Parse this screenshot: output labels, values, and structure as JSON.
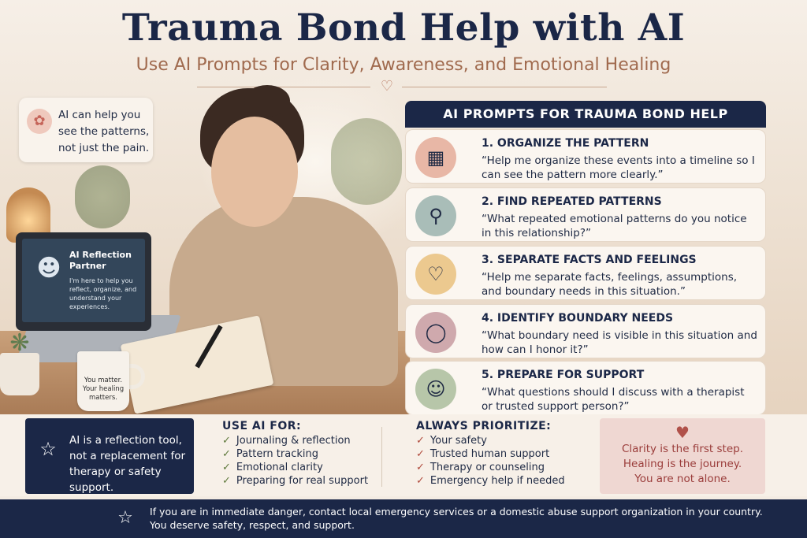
{
  "header": {
    "title": "Trauma Bond Help with AI",
    "subtitle": "Use AI Prompts for Clarity, Awareness, and Emotional Healing"
  },
  "callout": {
    "text": "AI can help you see the patterns, not just the pain.",
    "icon": "brain-icon"
  },
  "laptop": {
    "title": "AI Reflection Partner",
    "text": "I'm here to help you reflect, organize, and understand your experiences."
  },
  "mug": {
    "text": "You matter. Your healing matters."
  },
  "prompts_panel": {
    "heading": "AI PROMPTS FOR TRAUMA BOND HELP",
    "items": [
      {
        "title": "1. ORGANIZE THE PATTERN",
        "text": "“Help me organize these events into a timeline so I can see the pattern more clearly.”",
        "icon": "calendar-icon",
        "color": "#e8b7a6"
      },
      {
        "title": "2. FIND REPEATED PATTERNS",
        "text": "“What repeated emotional patterns do you notice in this relationship?”",
        "icon": "magnifier-icon",
        "color": "#a9bdb8"
      },
      {
        "title": "3. SEPARATE FACTS AND FEELINGS",
        "text": "“Help me separate facts, feelings, assumptions, and boundary needs in this situation.”",
        "icon": "heart-icon",
        "color": "#ecc98f"
      },
      {
        "title": "4. IDENTIFY BOUNDARY NEEDS",
        "text": "“What boundary need is visible in this situation and how can I honor it?”",
        "icon": "shield-icon",
        "color": "#cfa9ad"
      },
      {
        "title": "5. PREPARE FOR SUPPORT",
        "text": "“What questions should I discuss with a therapist or trusted support person?”",
        "icon": "people-icon",
        "color": "#b7c6a9"
      }
    ]
  },
  "reflection_box": {
    "text": "AI is a reflection tool, not a replacement for therapy or safety support."
  },
  "use_ai": {
    "heading": "USE AI FOR:",
    "items": [
      "Journaling & reflection",
      "Pattern tracking",
      "Emotional clarity",
      "Preparing for real support"
    ]
  },
  "prioritize": {
    "heading": "ALWAYS PRIORITIZE:",
    "items": [
      "Your safety",
      "Trusted human support",
      "Therapy or counseling",
      "Emergency help if needed"
    ]
  },
  "closing": {
    "lines": [
      "Clarity is the first step.",
      "Healing is the journey.",
      "You are not alone."
    ]
  },
  "footer": {
    "line1": "If you are in immediate danger, contact local emergency services or a domestic abuse support organization in your country.",
    "line2": "You deserve safety, respect, and support."
  }
}
